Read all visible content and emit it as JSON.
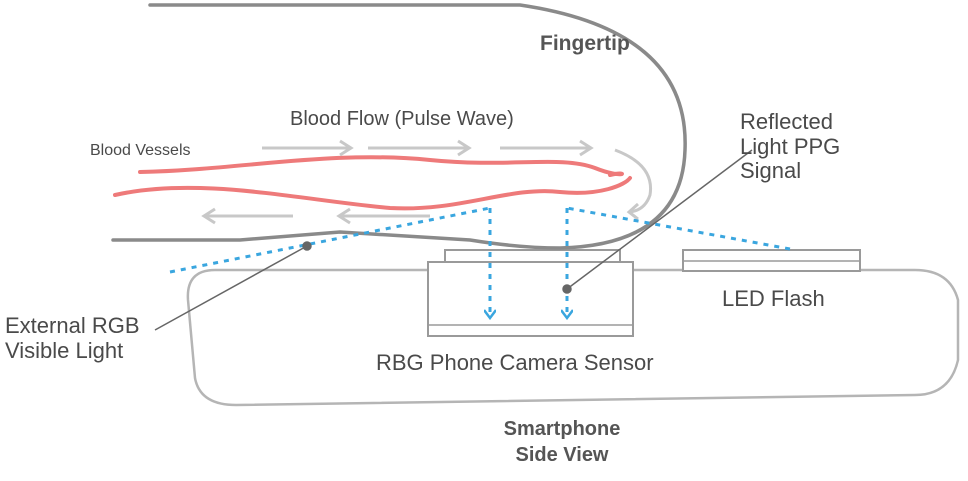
{
  "labels": {
    "fingertip": "Fingertip",
    "blood_flow": "Blood Flow (Pulse Wave)",
    "blood_vessels": "Blood Vessels",
    "reflected_line1": "Reflected",
    "reflected_line2": "Light PPG",
    "reflected_line3": "Signal",
    "external_line1": "External RGB",
    "external_line2": "Visible Light",
    "led_flash": "LED Flash",
    "sensor": "RBG Phone Camera Sensor",
    "smartphone_line1": "Smartphone",
    "smartphone_line2": "Side View"
  },
  "colors": {
    "outline": "#8a8a8a",
    "light_outline": "#b5b5b5",
    "vessel": "#ee7a7a",
    "arrow": "#c8c8c8",
    "light_ray": "#3aa6df",
    "pointer": "#666666",
    "text": "#4a4a4a"
  }
}
